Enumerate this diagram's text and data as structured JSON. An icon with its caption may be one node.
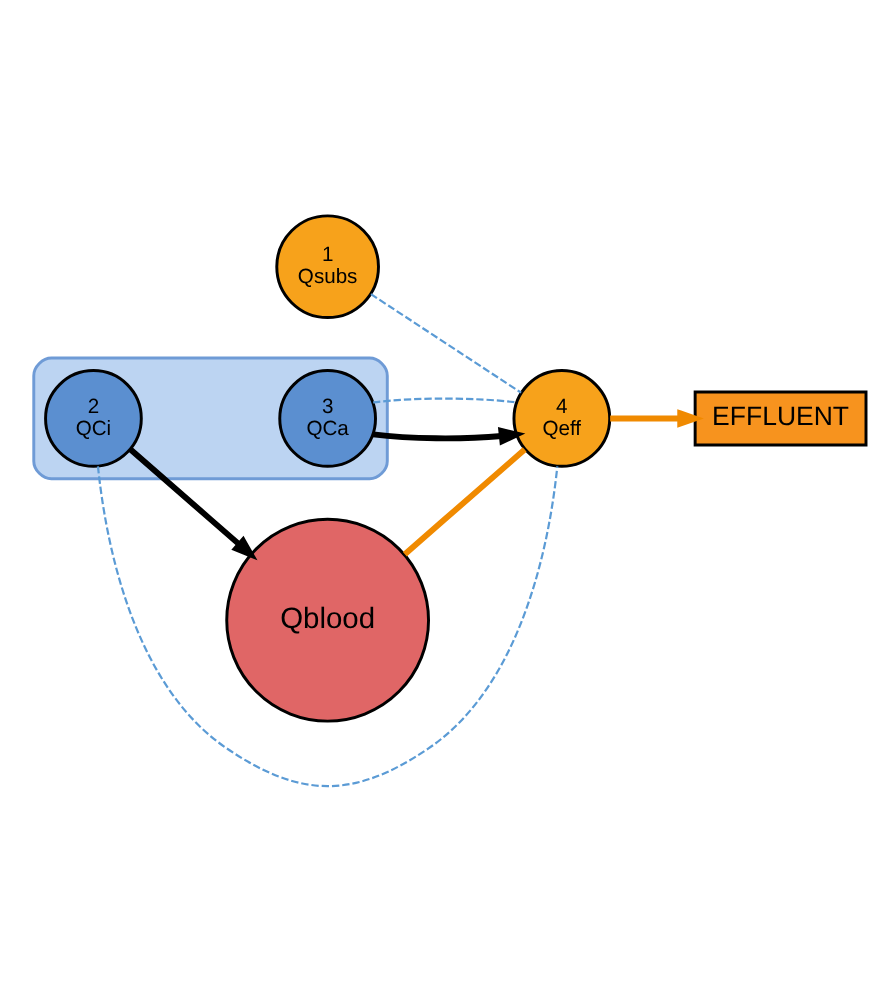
{
  "diagram": {
    "nodes": [
      {
        "text": [
          "1",
          "Qsubs"
        ]
      },
      {
        "text": [
          "Qblood"
        ]
      },
      {
        "text": [],
        "shape": "box"
      },
      {
        "text": [
          "2",
          "QCi"
        ],
        "in": 2
      },
      {
        "text": [
          "3",
          "QCa"
        ],
        "in": 2
      },
      {
        "text": [
          "4",
          "Qeff"
        ]
      },
      {
        "text": [
          "EFFLUENT"
        ]
      }
    ],
    "edges": [
      {
        "from": 3,
        "to": 1,
        "arrow": "to",
        "color": "#000000"
      },
      {
        "from": 4,
        "to": 5,
        "arrow": "to",
        "color": "#000000"
      },
      {
        "from": 0,
        "to": 5,
        "arrow": "none",
        "style": "dashed",
        "color": "#5b9bd5"
      },
      {
        "from": 3,
        "to": 5,
        "arrow": "none",
        "style": "dashed",
        "color": "#5b9bd5"
      },
      {
        "from": 4,
        "to": 5,
        "arrow": "none",
        "style": "dashed",
        "color": "#5b9bd5"
      },
      {
        "from": 1,
        "to": 5,
        "arrow": "none",
        "color": "#f08a00"
      },
      {
        "from": 5,
        "to": 6,
        "arrow": "to",
        "color": "#f08a00"
      }
    ]
  }
}
